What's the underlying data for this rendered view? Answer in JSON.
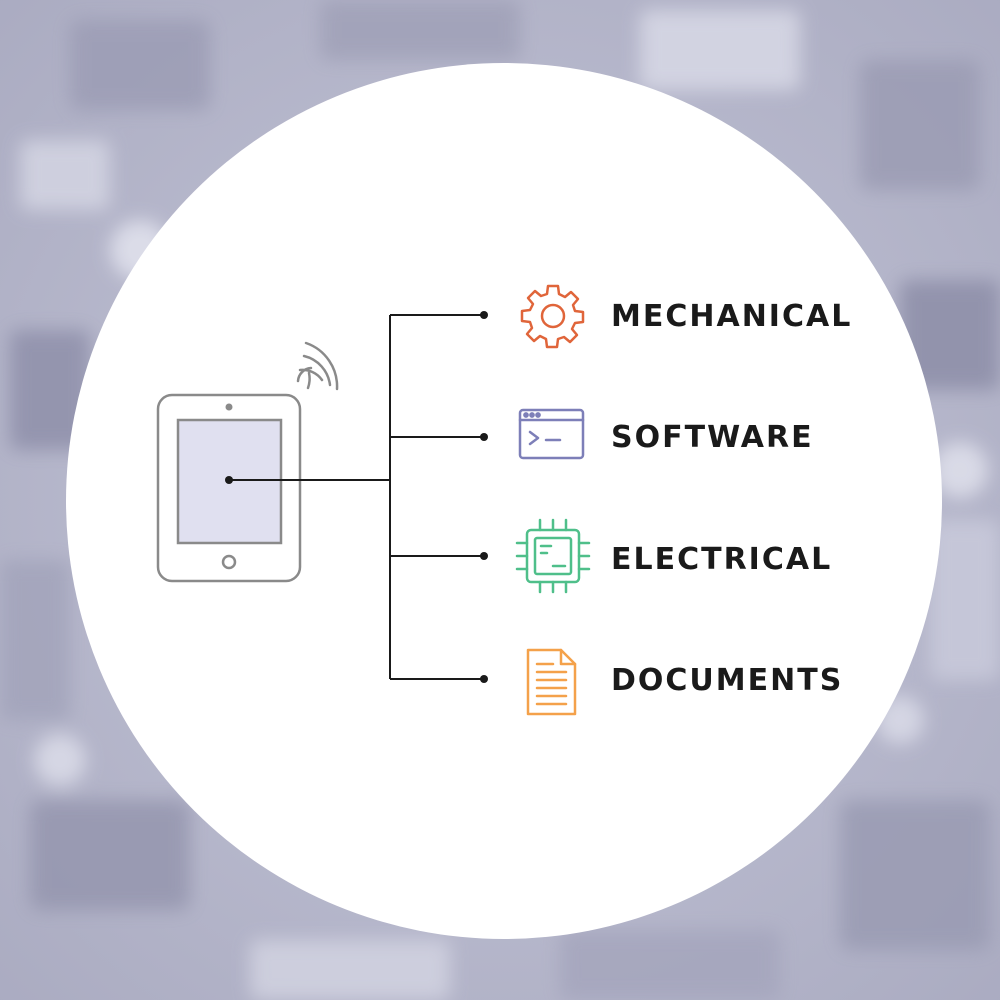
{
  "background": {
    "tone": "#b7b8cc",
    "description_icon": "circuit-board-background"
  },
  "device": {
    "icon": "tablet-icon",
    "signal_icon": "wifi-signal-icon",
    "screen_color": "#e0e0f0",
    "frame_color": "#8a8a8a"
  },
  "branches": [
    {
      "label": "MECHANICAL",
      "icon": "gear-icon",
      "color": "#e0653a"
    },
    {
      "label": "SOFTWARE",
      "icon": "terminal-window-icon",
      "color": "#7d7fb8"
    },
    {
      "label": "ELECTRICAL",
      "icon": "chip-icon",
      "color": "#4fbf8a"
    },
    {
      "label": "DOCUMENTS",
      "icon": "document-icon",
      "color": "#f4a14a"
    }
  ],
  "connector_color": "#1a1a1a"
}
